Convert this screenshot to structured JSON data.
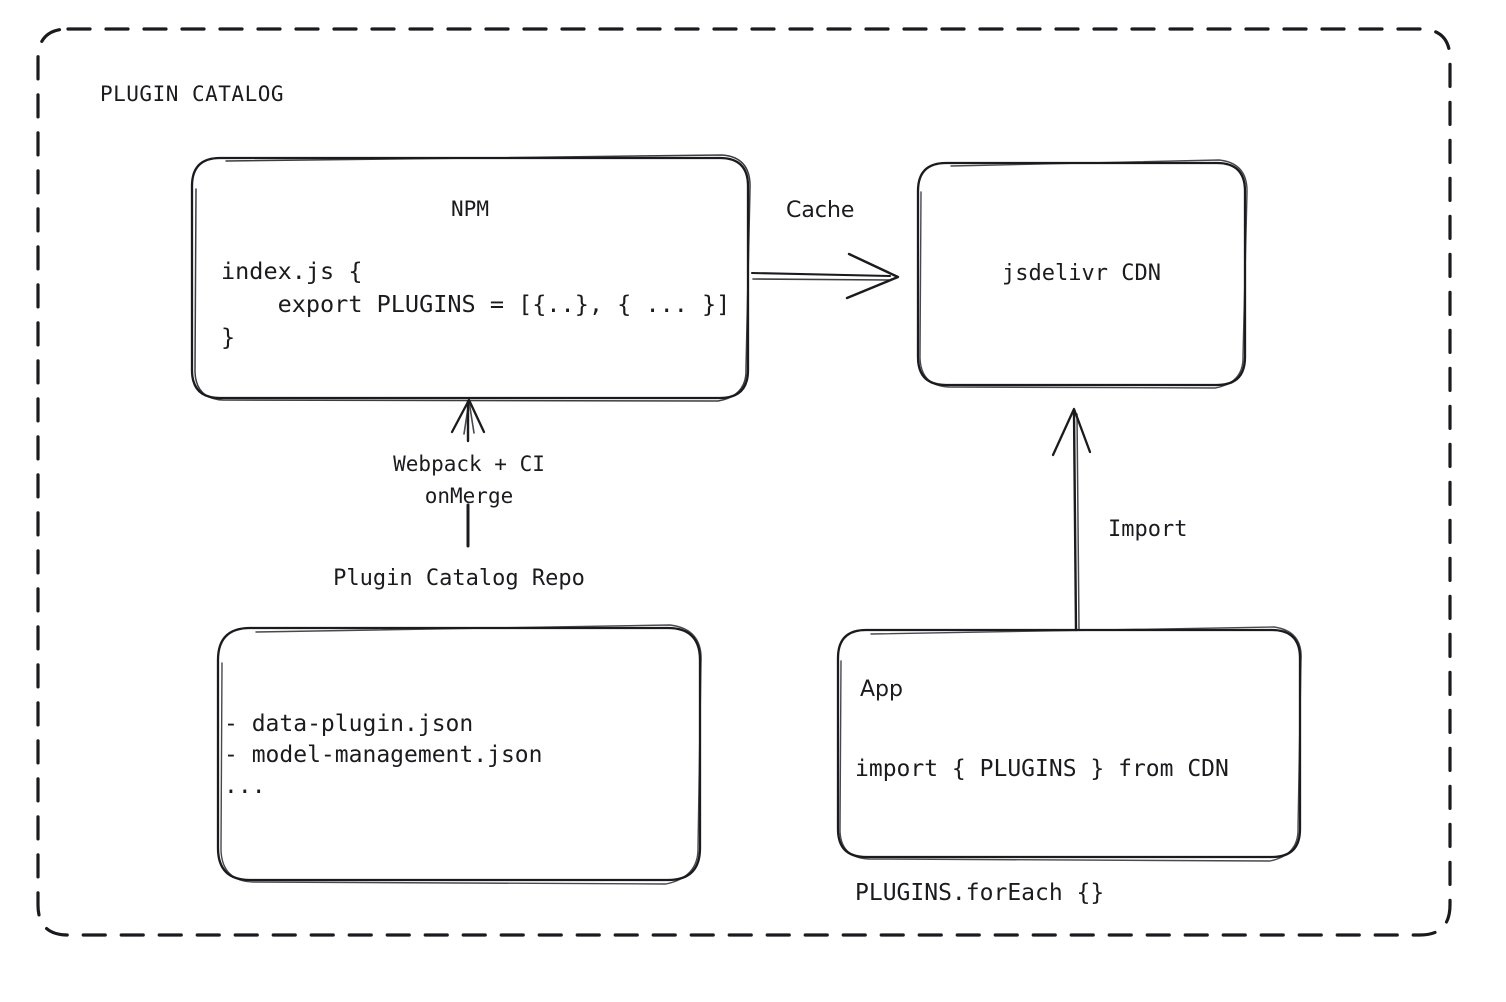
{
  "diagram": {
    "title": "PLUGIN CATALOG",
    "nodes": {
      "npm": {
        "title": "NPM",
        "code": "index.js {\n    export PLUGINS = [{..}, { ... }]\n}"
      },
      "cdn": {
        "title": "jsdelivr CDN"
      },
      "repo": {
        "caption": "Plugin Catalog Repo",
        "files": "- data-plugin.json\n- model-management.json\n..."
      },
      "app": {
        "title": "App",
        "code": "import { PLUGINS } from CDN\n\nPLUGINS.forEach {}"
      }
    },
    "edges": {
      "cache": {
        "label": "Cache"
      },
      "build": {
        "label": "Webpack + CI\nonMerge"
      },
      "import": {
        "label": "Import"
      }
    },
    "colors": {
      "stroke": "#1b1b1f",
      "background": "#ffffff",
      "text": "#1b1b1f"
    }
  }
}
